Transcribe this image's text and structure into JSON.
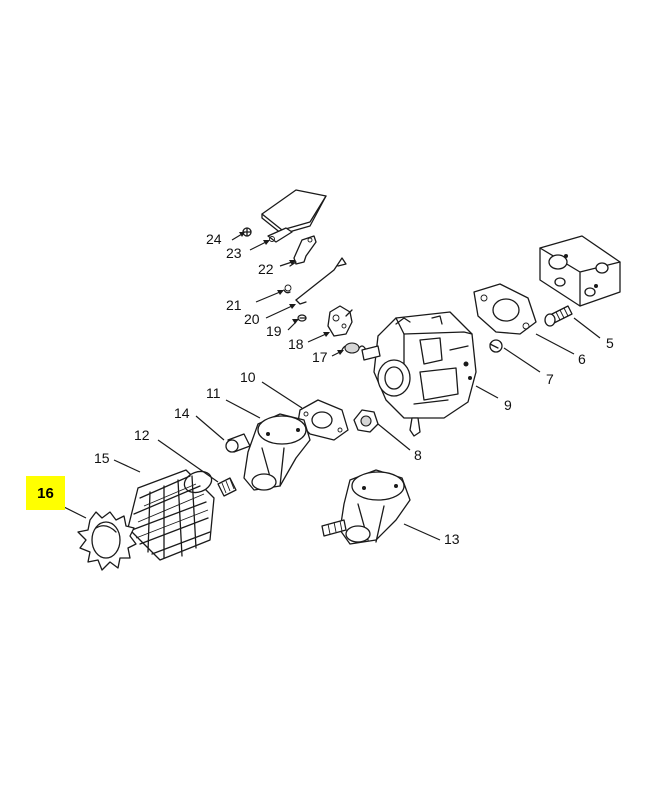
{
  "diagram": {
    "parts": [
      {
        "number": "5",
        "name": "screw"
      },
      {
        "number": "6",
        "name": "gasket"
      },
      {
        "number": "7",
        "name": "sleeve"
      },
      {
        "number": "8",
        "name": "nut"
      },
      {
        "number": "9",
        "name": "carburetor"
      },
      {
        "number": "10",
        "name": "gasket"
      },
      {
        "number": "11",
        "name": "fuel pump"
      },
      {
        "number": "12",
        "name": "stud"
      },
      {
        "number": "13",
        "name": "fuel pump"
      },
      {
        "number": "14",
        "name": "screw"
      },
      {
        "number": "15",
        "name": "filter screen"
      },
      {
        "number": "16",
        "name": "retaining ring"
      },
      {
        "number": "17",
        "name": "spring"
      },
      {
        "number": "18",
        "name": "lever"
      },
      {
        "number": "19",
        "name": "screw"
      },
      {
        "number": "20",
        "name": "link"
      },
      {
        "number": "21",
        "name": "clip"
      },
      {
        "number": "22",
        "name": "lever"
      },
      {
        "number": "23",
        "name": "bracket"
      },
      {
        "number": "24",
        "name": "screw"
      }
    ],
    "highlighted": "16",
    "colors": {
      "line": "#1a1a1a",
      "highlight": "#ffff00",
      "background": "#ffffff"
    }
  }
}
